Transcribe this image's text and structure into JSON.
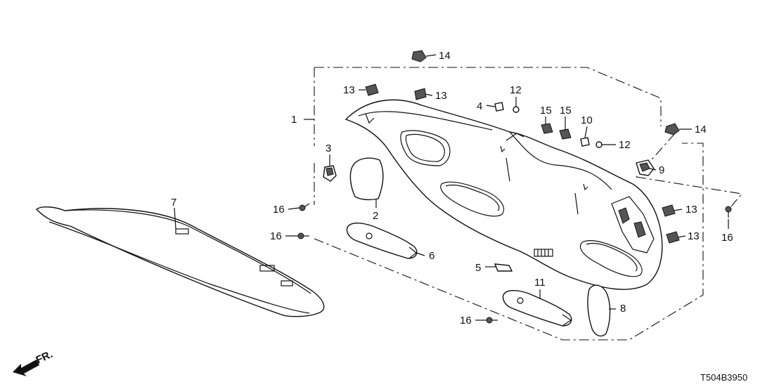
{
  "diagram": {
    "code": "T504B3950",
    "direction_label": "FR.",
    "callouts": {
      "p1": "1",
      "p2": "2",
      "p3": "3",
      "p4": "4",
      "p5": "5",
      "p6": "6",
      "p7": "7",
      "p8": "8",
      "p9": "9",
      "p10": "10",
      "p11": "11",
      "p12a": "12",
      "p12b": "12",
      "p13a": "13",
      "p13b": "13",
      "p13c": "13",
      "p13d": "13",
      "p14a": "14",
      "p14b": "14",
      "p15a": "15",
      "p15b": "15",
      "p16a": "16",
      "p16b": "16",
      "p16c": "16",
      "p16d": "16"
    }
  }
}
